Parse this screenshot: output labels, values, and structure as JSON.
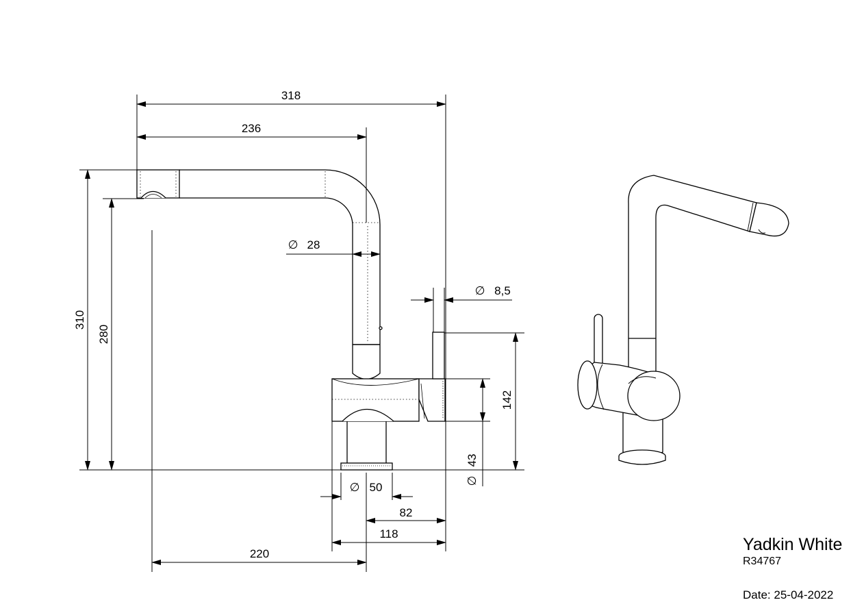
{
  "dimensions": {
    "d318": "318",
    "d236": "236",
    "d310": "310",
    "d280": "280",
    "d28": "28",
    "d8_5": "8,5",
    "d142": "142",
    "d43": "43",
    "d50": "50",
    "d82": "82",
    "d118": "118",
    "d220": "220",
    "diameter_symbol": "∅"
  },
  "title_block": {
    "product_name": "Yadkin White",
    "product_code": "R34767",
    "date_label": "Date:",
    "date_value": "25-04-2022"
  }
}
